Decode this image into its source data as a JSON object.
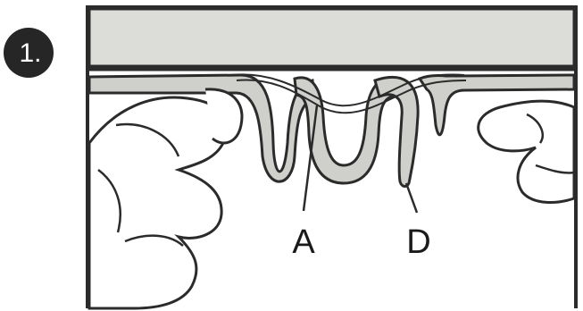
{
  "step": {
    "number": "1."
  },
  "callouts": [
    {
      "id": "A",
      "label": "A"
    },
    {
      "id": "D",
      "label": "D"
    }
  ],
  "colors": {
    "frame": "#2b2b2b",
    "top_panel": "#dcdcd9",
    "rubber_strip": "#cfcfcc",
    "badge": "#262626",
    "ink": "#1a1a1a"
  }
}
